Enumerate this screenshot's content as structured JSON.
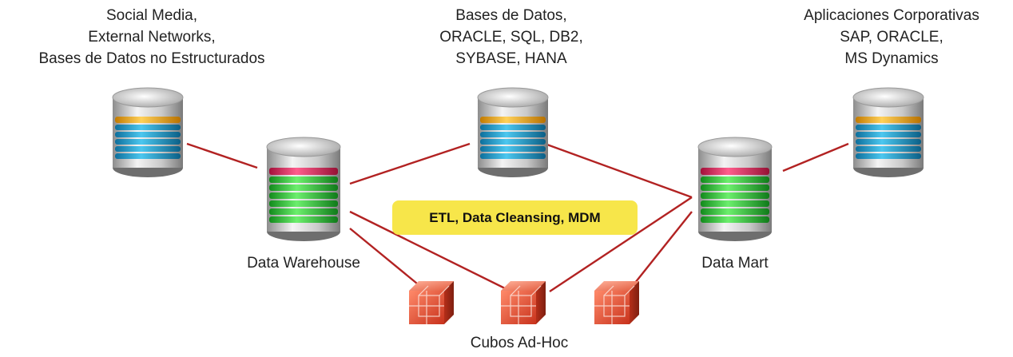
{
  "sources": [
    {
      "id": "social",
      "lines": [
        "Social Media,",
        "External Networks,",
        "Bases de Datos no Estructurados"
      ]
    },
    {
      "id": "databases",
      "lines": [
        "Bases de Datos,",
        "ORACLE, SQL, DB2,",
        "SYBASE, HANA"
      ]
    },
    {
      "id": "corporate",
      "lines": [
        "Aplicaciones Corporativas",
        "SAP, ORACLE,",
        "MS Dynamics"
      ]
    }
  ],
  "warehouse_label": "Data Warehouse",
  "mart_label": "Data Mart",
  "process_label": "ETL, Data Cleansing, MDM",
  "cubes_label": "Cubos Ad-Hoc",
  "colors": {
    "connector": "#b22222",
    "source_band_a": "#2aa9d6",
    "source_band_b": "#f2b632",
    "store_band_a": "#3cc04a",
    "store_band_b": "#e3356a",
    "cube": "#e0533b",
    "badge": "#f7e64a"
  },
  "icons": [
    "database-icon",
    "cube-icon"
  ]
}
